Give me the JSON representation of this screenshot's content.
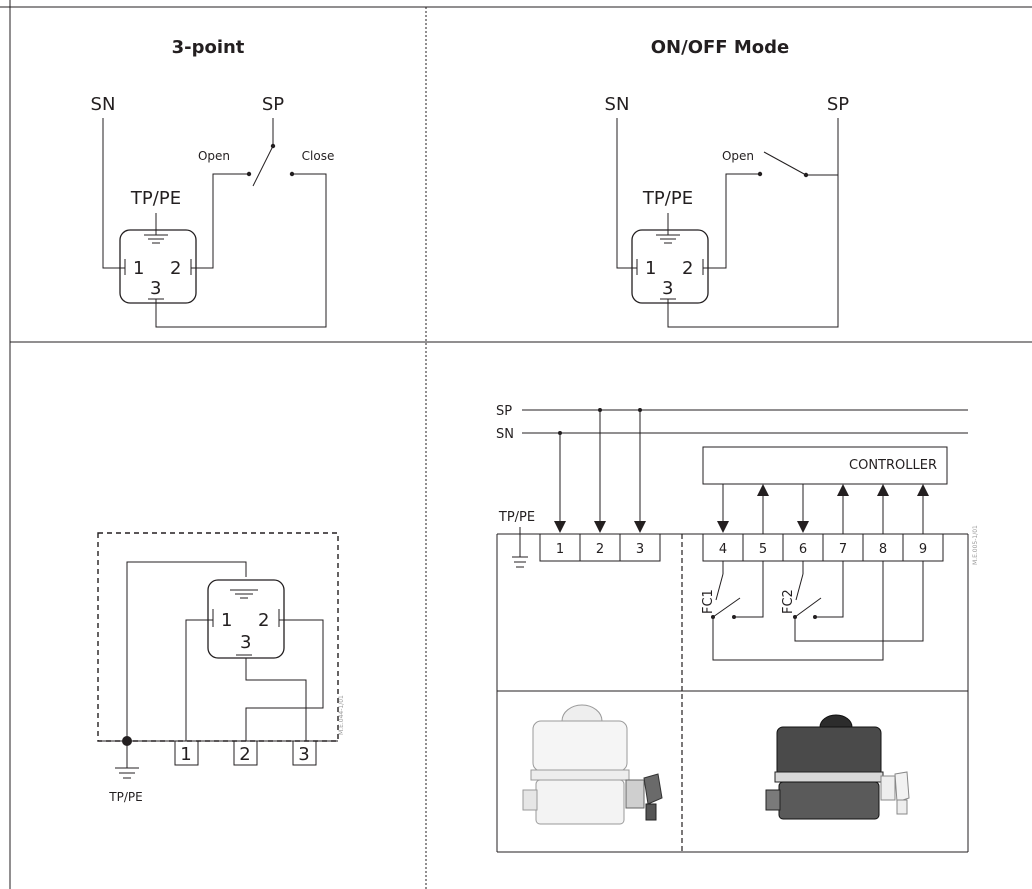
{
  "panels": {
    "three_point": {
      "title": "3-point",
      "sn": "SN",
      "sp": "SP",
      "open": "Open",
      "close": "Close",
      "tppe": "TP/PE",
      "pin1": "1",
      "pin2": "2",
      "pin3": "3"
    },
    "onoff": {
      "title": "ON/OFF Mode",
      "sn": "SN",
      "sp": "SP",
      "open": "Open",
      "tppe": "TP/PE",
      "pin1": "1",
      "pin2": "2",
      "pin3": "3"
    },
    "connector": {
      "pin1": "1",
      "pin2": "2",
      "pin3": "3",
      "term1": "1",
      "term2": "2",
      "term3": "3",
      "tppe": "TP/PE",
      "ref": "M.E.044-1/01"
    },
    "wiring": {
      "sp": "SP",
      "sn": "SN",
      "tppe": "TP/PE",
      "controller": "CONTROLLER",
      "terminals": [
        "1",
        "2",
        "3",
        "4",
        "5",
        "6",
        "7",
        "8",
        "9"
      ],
      "fc1": "FC1",
      "fc2": "FC2",
      "ref": "M.E.005-1/01"
    }
  }
}
